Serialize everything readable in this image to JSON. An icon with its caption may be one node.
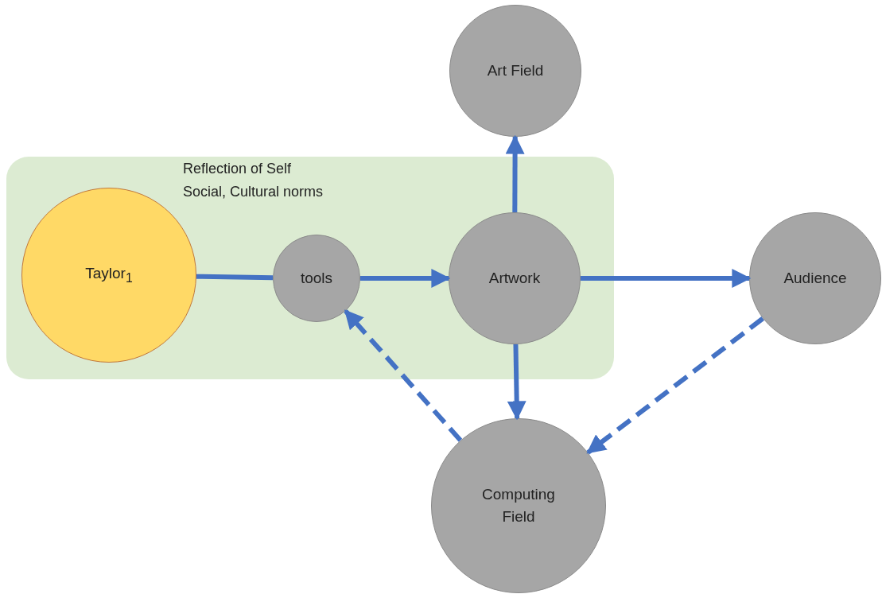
{
  "diagram": {
    "nodes": [
      {
        "text": [
          "Reflection of Self",
          "Social, Cultural norms"
        ]
      },
      {
        "text": [
          "Taylor$_{1}$"
        ],
        "in": 0
      },
      {
        "text": [
          "tools"
        ],
        "in": 0
      },
      {
        "text": [
          "Artwork"
        ],
        "in": 0
      },
      {
        "text": [
          "Art Field"
        ]
      },
      {
        "text": [
          "Audience"
        ]
      },
      {
        "text": [
          "Computing Field"
        ]
      }
    ],
    "edges": [
      {
        "from": 1,
        "to": 2,
        "arrow": "none"
      },
      {
        "from": 2,
        "to": 3,
        "arrow": "to"
      },
      {
        "from": 3,
        "to": 4,
        "arrow": "to"
      },
      {
        "from": 3,
        "to": 5,
        "arrow": "to"
      },
      {
        "from": 3,
        "to": 6,
        "arrow": "to"
      },
      {
        "from": 5,
        "to": 6,
        "arrow": "to",
        "style": "dashed"
      },
      {
        "from": 6,
        "to": 2,
        "arrow": "to",
        "style": "dashed"
      }
    ]
  }
}
